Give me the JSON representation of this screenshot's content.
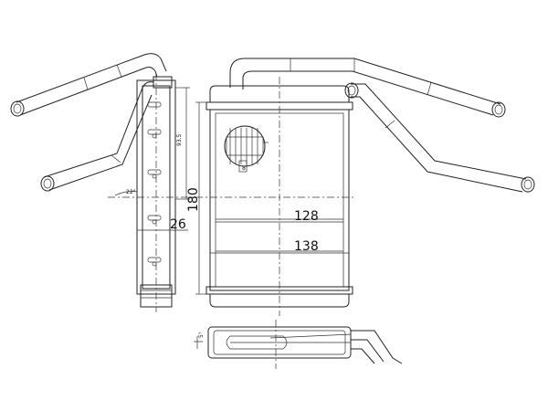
{
  "dimensions": {
    "height_label": "180",
    "core_width_label": "128",
    "overall_width_label": "138",
    "depth_label": "26",
    "pipe_angle_label": "22°",
    "side_length_label": "93.5",
    "fin_marker_label": "8",
    "bottom_angle_label": "5°"
  }
}
